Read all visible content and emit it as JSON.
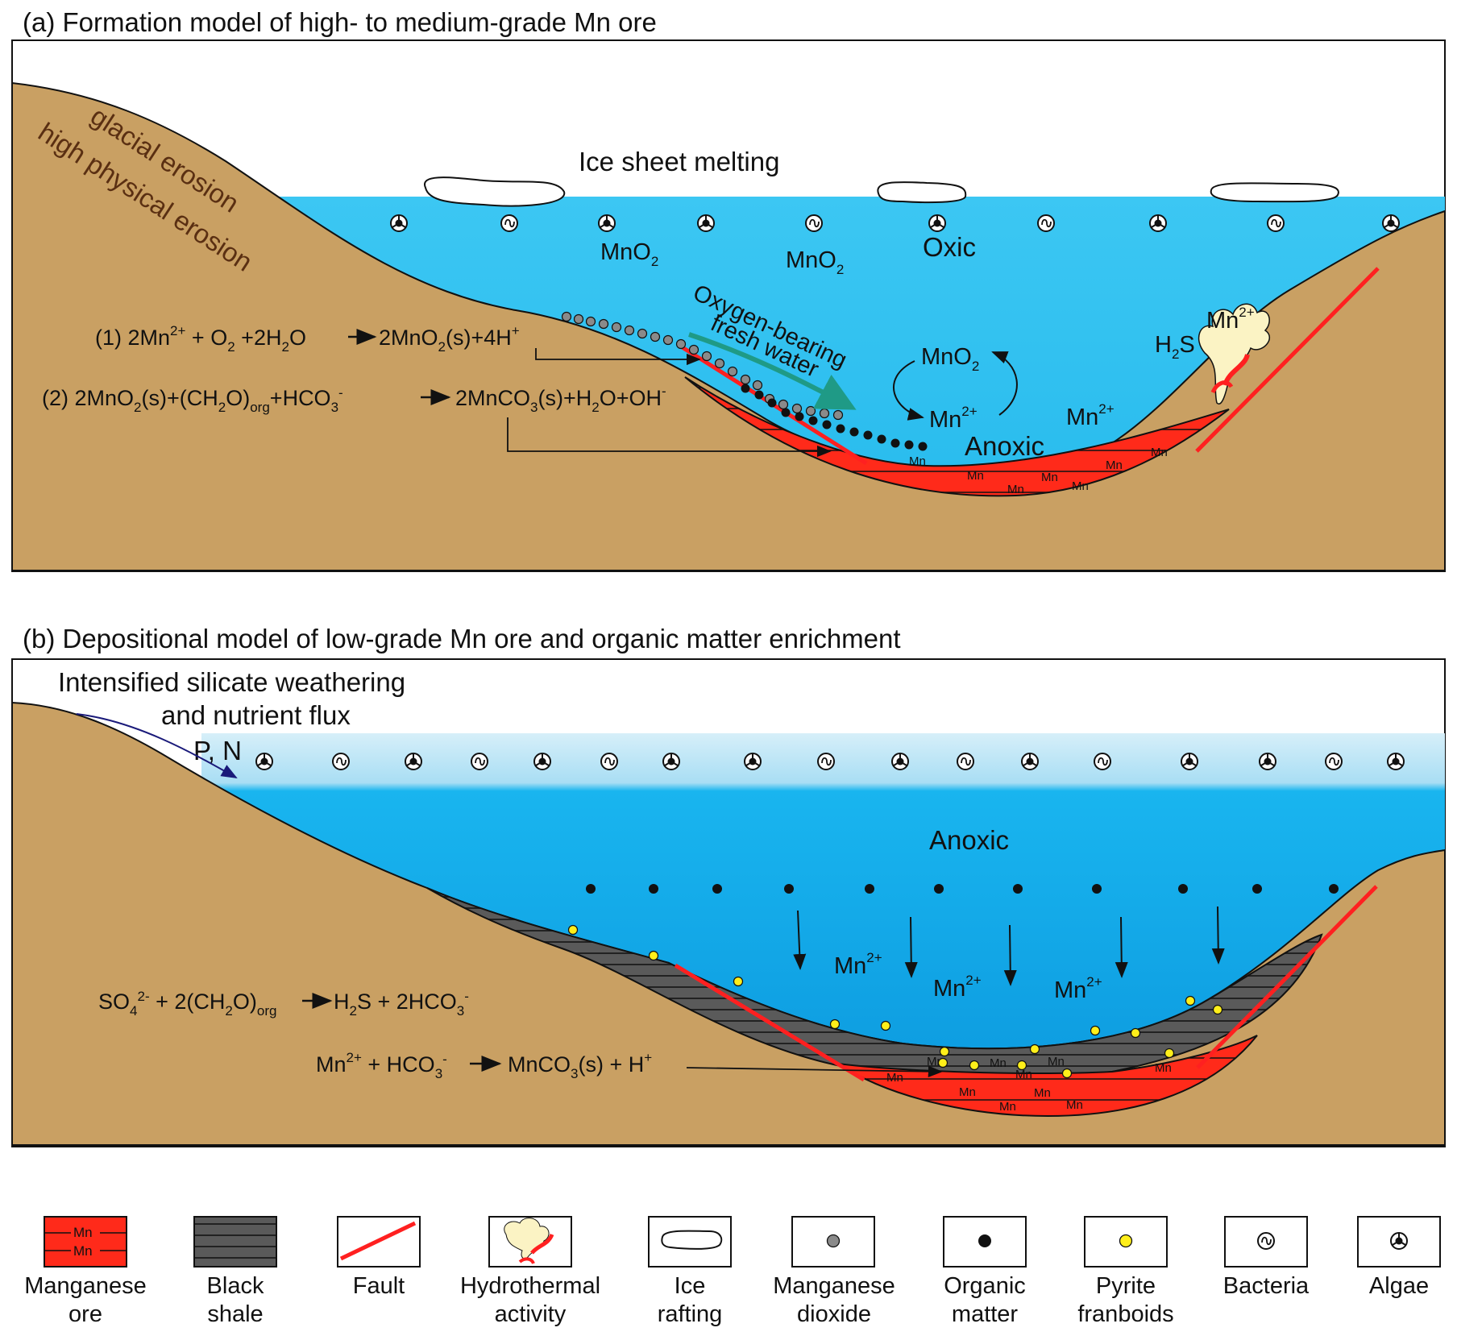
{
  "panel_a": {
    "title": "(a) Formation model of high- to medium-grade Mn ore",
    "ice_label": "Ice sheet melting",
    "erosion_1": "glacial erosion",
    "erosion_2": "high physical erosion",
    "oxic": "Oxic",
    "anoxic": "Anoxic",
    "mno2_a": "MnO",
    "mno2_b": "MnO",
    "mno2_c": "MnO",
    "sub2": "2",
    "mn2_a": "Mn",
    "mn2_b": "Mn",
    "mn2_c": "Mn",
    "charge_2plus": "2+",
    "h2s_h": "H",
    "h2s_s": "S",
    "oxygen_1": "Oxygen-bearing",
    "oxygen_2": "fresh water",
    "eq1": {
      "p1": "(1) 2Mn",
      "s1": "2+",
      "p2": " + O",
      "s2": "2",
      "p3": " +2H",
      "s3": "2",
      "p4": "O",
      "p5": "2MnO",
      "s5": "2",
      "p6": "(s)+4H",
      "s6": "+"
    },
    "eq2": {
      "p1": "(2) 2MnO",
      "s1": "2",
      "p2": "(s)+(CH",
      "s2": "2",
      "p3": "O)",
      "s3": "org",
      "p4": "+HCO",
      "s4a": "3",
      "s4b": "-",
      "p5": "2MnCO",
      "s5": "3",
      "p6": "(s)+H",
      "s6": "2",
      "p7": "O+OH",
      "s7": "-"
    }
  },
  "panel_b": {
    "title": "(b) Depositional model of low-grade Mn ore and organic matter enrichment",
    "weathering_1": "Intensified silicate weathering",
    "weathering_2": "and nutrient flux",
    "pn": "P, N",
    "anoxic": "Anoxic",
    "mn2": "Mn",
    "charge_2plus": "2+",
    "eq3": {
      "p1": "SO",
      "s1a": "4",
      "s1b": "2-",
      "p2": " + 2(CH",
      "s2": "2",
      "p3": "O)",
      "s3": "org",
      "p4": "H",
      "s4": "2",
      "p5": "S + 2HCO",
      "s5a": "3",
      "s5b": "-"
    },
    "eq4": {
      "p1": "Mn",
      "s1": "2+",
      "p2": " + HCO",
      "s2a": "3",
      "s2b": "-",
      "p3": "MnCO",
      "s3": "3",
      "p4": "(s) + H",
      "s4": "+"
    }
  },
  "ore_label": "Mn",
  "legend": [
    {
      "l1": "Manganese",
      "l2": "ore"
    },
    {
      "l1": "Black",
      "l2": "shale"
    },
    {
      "l1": "Fault",
      "l2": ""
    },
    {
      "l1": "Hydrothermal",
      "l2": "activity"
    },
    {
      "l1": "Ice",
      "l2": "rafting"
    },
    {
      "l1": "Manganese",
      "l2": "dioxide"
    },
    {
      "l1": "Organic",
      "l2": "matter"
    },
    {
      "l1": "Pyrite",
      "l2": "franboids"
    },
    {
      "l1": "Bacteria",
      "l2": ""
    },
    {
      "l1": "Algae",
      "l2": ""
    }
  ],
  "colors": {
    "land": "#c9a063",
    "water_a": "#33c2f0",
    "water_b_top": "#bfe6f6",
    "water_b": "#0fa6e6",
    "ore": "#ff2a1a",
    "shale": "#555555",
    "fault": "#ff2020",
    "pyrite": "#ffef1a",
    "mno2_dot": "#8a8a8a"
  }
}
